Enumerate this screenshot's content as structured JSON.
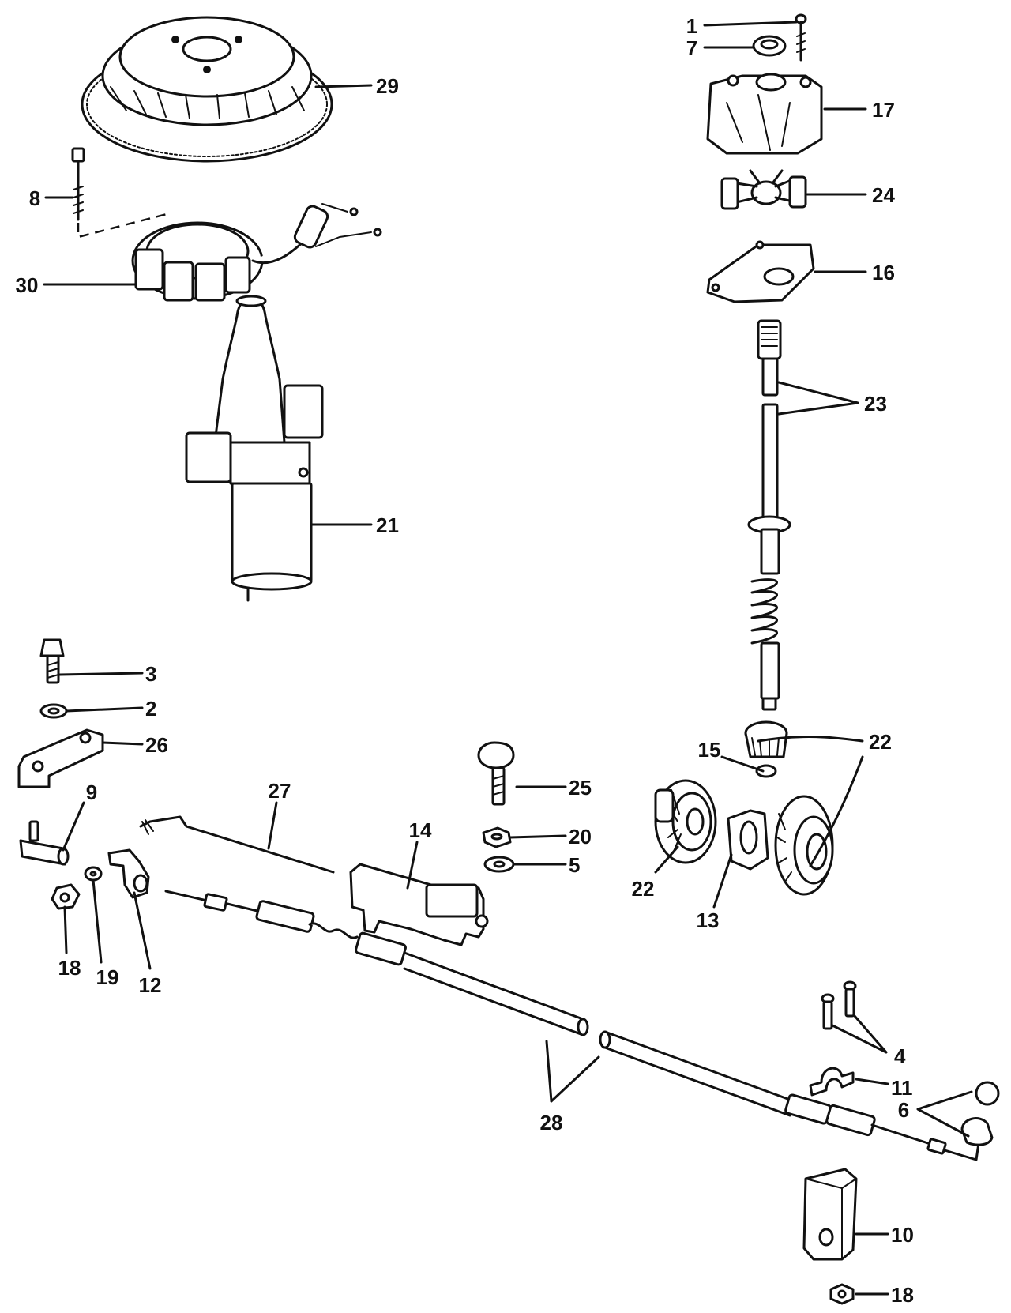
{
  "callouts": {
    "c1": "1",
    "c2": "2",
    "c3": "3",
    "c4": "4",
    "c5": "5",
    "c6": "6",
    "c7": "7",
    "c8": "8",
    "c9": "9",
    "c10": "10",
    "c11": "11",
    "c12": "12",
    "c13": "13",
    "c14": "14",
    "c15": "15",
    "c16": "16",
    "c17": "17",
    "c18a": "18",
    "c18b": "18",
    "c19": "19",
    "c20": "20",
    "c21": "21",
    "c22a": "22",
    "c22b": "22",
    "c23": "23",
    "c24": "24",
    "c25": "25",
    "c26": "26",
    "c27": "27",
    "c28": "28",
    "c29": "29",
    "c30": "30"
  }
}
